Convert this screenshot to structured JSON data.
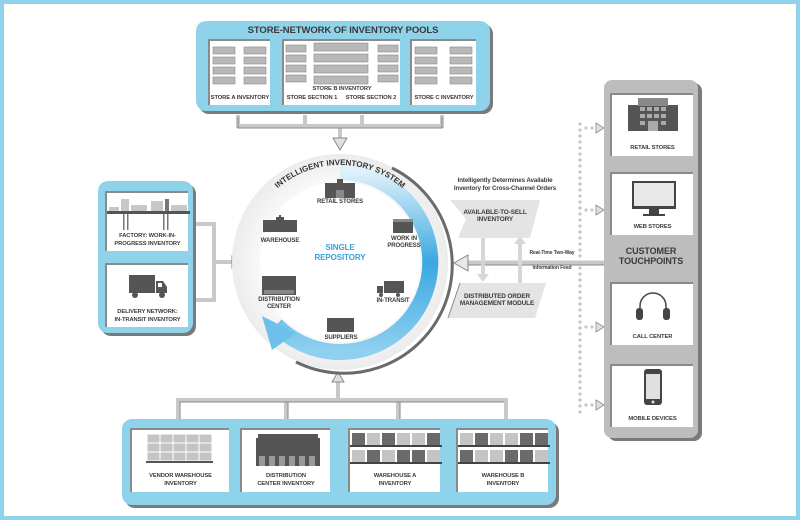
{
  "diagram": {
    "colors": {
      "frame_blue": "#8fd3ea",
      "ring_blue": "#3aa8e0",
      "panel_gray": "#bdbdbd",
      "icon_dark": "#555555",
      "text_dark": "#3a3a3a",
      "accent_text": "#3aa0d8"
    },
    "top_panel": {
      "title": "STORE-NETWORK OF INVENTORY POOLS",
      "cards": [
        {
          "label": "STORE A INVENTORY",
          "icon": "store-shelves-icon"
        },
        {
          "label": "STORE B INVENTORY",
          "sub_labels": [
            "STORE SECTION 1",
            "STORE SECTION 2"
          ],
          "icon": "store-shelves-icon"
        },
        {
          "label": "STORE C INVENTORY",
          "icon": "store-shelves-icon"
        }
      ]
    },
    "left_panel": {
      "cards": [
        {
          "label_line1": "FACTORY: WORK-IN-",
          "label_line2": "PROGRESS INVENTORY",
          "icon": "factory-conveyor-icon"
        },
        {
          "label_line1": "DELIVERY NETWORK:",
          "label_line2": "IN-TRANSIT INVENTORY",
          "icon": "delivery-truck-icon"
        }
      ]
    },
    "center": {
      "ring_title": "INTELLIGENT INVENTORY SYSTEM",
      "core_line1": "SINGLE",
      "core_line2": "REPOSITORY",
      "nodes": [
        {
          "label_line1": "RETAIL STORES",
          "label_line2": "",
          "icon": "retail-store-icon"
        },
        {
          "label_line1": "WORK IN",
          "label_line2": "PROGRESS",
          "icon": "work-in-progress-icon"
        },
        {
          "label_line1": "IN-TRANSIT",
          "label_line2": "",
          "icon": "truck-icon"
        },
        {
          "label_line1": "SUPPLIERS",
          "label_line2": "",
          "icon": "supplier-icon"
        },
        {
          "label_line1": "DISTRIBUTION",
          "label_line2": "CENTER",
          "icon": "distribution-center-icon"
        },
        {
          "label_line1": "WAREHOUSE",
          "label_line2": "",
          "icon": "warehouse-icon"
        }
      ]
    },
    "middle_right": {
      "caption_line1": "Intelligently Determines Available",
      "caption_line2": "Inventory for Cross-Channel Orders",
      "atp_line1": "AVAILABLE-TO-SELL",
      "atp_line2": "INVENTORY",
      "dom_line1": "DISTRIBUTED ORDER",
      "dom_line2": "MANAGEMENT MODULE",
      "feed_line1": "Real-Time Two-Way",
      "feed_line2": "Information Feed"
    },
    "right_panel": {
      "title_line1": "CUSTOMER",
      "title_line2": "TOUCHPOINTS",
      "cards": [
        {
          "label": "RETAIL STORES",
          "icon": "building-icon"
        },
        {
          "label": "WEB STORES",
          "icon": "monitor-icon"
        },
        {
          "label": "CALL CENTER",
          "icon": "headset-icon"
        },
        {
          "label": "MOBILE DEVICES",
          "icon": "smartphone-icon"
        }
      ]
    },
    "bottom_panel": {
      "cards": [
        {
          "label_line1": "VENDOR WAREHOUSE",
          "label_line2": "INVENTORY",
          "icon": "pallet-rack-icon"
        },
        {
          "label_line1": "DISTRIBUTION",
          "label_line2": "CENTER INVENTORY",
          "icon": "loading-dock-icon"
        },
        {
          "label_line1": "WAREHOUSE A",
          "label_line2": "INVENTORY",
          "icon": "warehouse-shelves-icon"
        },
        {
          "label_line1": "WAREHOUSE B",
          "label_line2": "INVENTORY",
          "icon": "warehouse-shelves-icon"
        }
      ]
    }
  }
}
